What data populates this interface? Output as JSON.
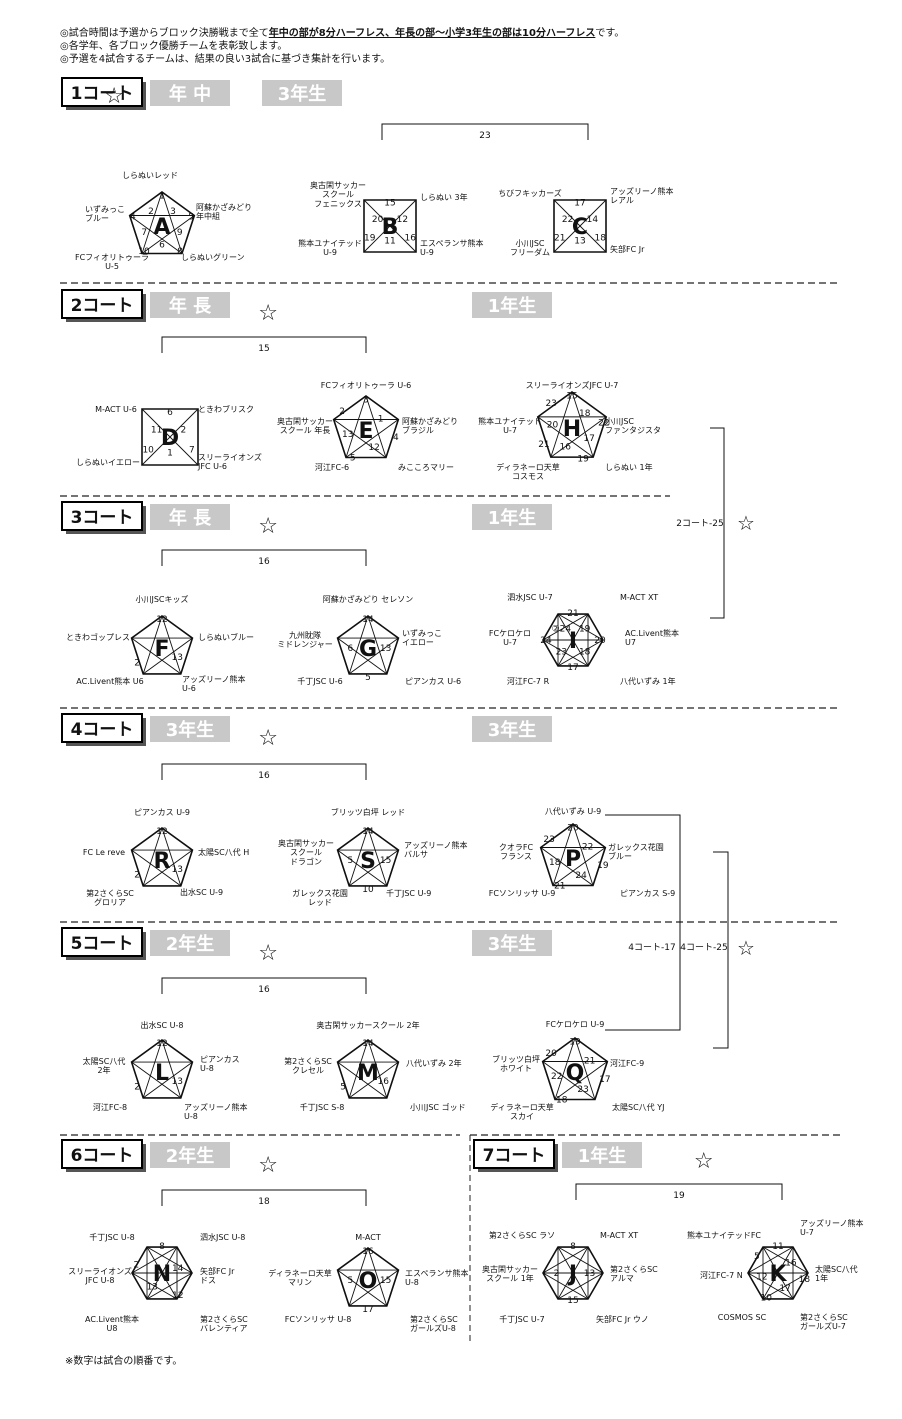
{
  "notes": {
    "line1_a": "◎試合時間は予選からブロック決勝戦まで全て",
    "line1_b": "年中の部が8分ハーフレス、年長の部～小学3年生の部は10分ハーフレス",
    "line1_c": "です。",
    "line2": "◎各学年、各ブロック優勝チームを表彰致します。",
    "line3": "◎予選を4試合するチームは、結果の良い3試合に基づき集計を行います。"
  },
  "footer": "※数字は試合の順番です。",
  "courts": [
    {
      "label": "1コート",
      "grades": [
        "年 中",
        "3年生"
      ]
    },
    {
      "label": "2コート",
      "grades": [
        "年 長",
        "1年生"
      ]
    },
    {
      "label": "3コート",
      "grades": [
        "年 長",
        "1年生"
      ]
    },
    {
      "label": "4コート",
      "grades": [
        "3年生",
        "3年生"
      ]
    },
    {
      "label": "5コート",
      "grades": [
        "2年生",
        "3年生"
      ]
    },
    {
      "label": "6コート",
      "grades": [
        "2年生"
      ]
    },
    {
      "label": "7コート",
      "grades": [
        "1年生"
      ]
    }
  ],
  "finals": [
    "23",
    "15",
    "16",
    "16",
    "16",
    "18",
    "19"
  ],
  "cross_finals": [
    "2コート-25",
    "4コート-17",
    "4コート-25"
  ],
  "star": "☆",
  "blocks": [
    {
      "letter": "A",
      "teams": [
        "しらぬいレッド",
        "阿蘇かざみどり\n年中組",
        "しらぬいグリーン",
        "FCフィオリトゥーラ\nU-5",
        "いずみっこ\nブルー"
      ],
      "nums": [
        "1",
        "3",
        "5",
        "9",
        "8",
        "6",
        "10",
        "7",
        "4",
        "2"
      ]
    },
    {
      "letter": "B",
      "teams": [
        "奥古閑サッカー\nスクール\nフェニックス",
        "しらぬい 3年",
        "エスペランサ熊本\nU-9",
        "熊本ユナイテッド\nU-9"
      ],
      "nums": [
        "15",
        "12",
        "16",
        "11",
        "19",
        "20"
      ]
    },
    {
      "letter": "C",
      "teams": [
        "ちびフキッカーズ",
        "アッズリーノ熊本\nレアル",
        "矢部FC Jr",
        "小川JSC\nフリーダム"
      ],
      "nums": [
        "17",
        "14",
        "18",
        "13",
        "21",
        "22"
      ]
    },
    {
      "letter": "D",
      "teams": [
        "M-ACT U-6",
        "ときわブリスク",
        "スリーライオンズ\nJFC U-6",
        "しらぬいイエロー"
      ],
      "nums": [
        "6",
        "2",
        "7",
        "1",
        "10",
        "11"
      ]
    },
    {
      "letter": "E",
      "teams": [
        "FCフィオリトゥーラ U-6",
        "阿蘇かざみどり\nブラジル",
        "みこころマリー",
        "河江FC-6",
        "奥古閑サッカー\nスクール 年長"
      ],
      "nums": [
        "3",
        "1",
        "4",
        "12",
        "5",
        "13",
        "2"
      ]
    },
    {
      "letter": "F",
      "teams": [
        "小川JSCキッズ",
        "しらぬいブルー",
        "アッズリーノ熊本\nU-6",
        "AC.Livent熊本 U6",
        "ときわゴップレス"
      ],
      "nums": [
        "12",
        "13",
        "2"
      ]
    },
    {
      "letter": "G",
      "teams": [
        "阿蘇かざみどり セレソン",
        "いずみっこ\nイエロー",
        "ピアンカス U-6",
        "千丁JSC U-6",
        "九州眈隊\nミドレンジャー"
      ],
      "nums": [
        "14",
        "13",
        "5",
        "6"
      ]
    },
    {
      "letter": "H",
      "teams": [
        "スリーライオンズJFC U-7",
        "小川JSC\nファンタジスタ",
        "しらぬい 1年",
        "ディラネーロ天草\nコスモス",
        "熊本ユナイテッド\nU-7"
      ],
      "nums": [
        "15",
        "18",
        "22",
        "17",
        "19",
        "16",
        "21",
        "20",
        "23"
      ]
    },
    {
      "letter": "I",
      "teams": [
        "M-ACT XT",
        "AC.Livent熊本\nU7",
        "八代いずみ 1年",
        "河江FC-7 R",
        "FCケロケロ\nU-7",
        "泗水JSC U-7"
      ],
      "nums": [
        "21",
        "19",
        "20",
        "18",
        "17",
        "23",
        "24",
        "②24"
      ]
    },
    {
      "letter": "R",
      "teams": [
        "ピアンカス U-9",
        "太陽SC八代 H",
        "出水SC U-9",
        "第2さくらSC\nグロリア",
        "FC Le reve"
      ],
      "nums": [
        "12",
        "13",
        "2"
      ]
    },
    {
      "letter": "S",
      "teams": [
        "ブリッツ白坪 レッド",
        "アッズリーノ熊本\nバルサ",
        "千丁JSC U-9",
        "ガレックス花園\nレッド",
        "奥古閑サッカー\nスクール\nドラゴン"
      ],
      "nums": [
        "14",
        "15",
        "10",
        "5"
      ]
    },
    {
      "letter": "P",
      "teams": [
        "八代いずみ U-9",
        "ガレックス花園\nブルー",
        "ピアンカス S-9",
        "FCソンリッサ U-9",
        "クオラFC\nフランス"
      ],
      "nums": [
        "20",
        "22",
        "19",
        "24",
        "21",
        "18",
        "23"
      ]
    },
    {
      "letter": "L",
      "teams": [
        "出水SC U-8",
        "ピアンカス\nU-8",
        "アッズリーノ熊本\nU-8",
        "河江FC-8",
        "太陽SC八代\n2年"
      ],
      "nums": [
        "12",
        "13",
        "2"
      ]
    },
    {
      "letter": "M",
      "teams": [
        "奥古閑サッカースクール 2年",
        "八代いずみ 2年",
        "小川JSC ゴッド",
        "千丁JSC S-8",
        "第2さくらSC\nクレセル"
      ],
      "nums": [
        "14",
        "16",
        "5"
      ]
    },
    {
      "letter": "Q",
      "teams": [
        "FCケロケロ U-9",
        "河江FC-9",
        "太陽SC八代 YJ",
        "ディラネーロ天草\nスカイ",
        "ブリッツ白坪\nホワイト"
      ],
      "nums": [
        "19",
        "21",
        "17",
        "23",
        "18",
        "22",
        "20"
      ]
    },
    {
      "letter": "N",
      "teams": [
        "千丁JSC U-8",
        "泗水JSC U-8",
        "矢部FC Jr\nドス",
        "第2さくらSC\nバレンティア",
        "AC.Livent熊本\nU8",
        "スリーライオンズ\nJFC U-8"
      ],
      "nums": [
        "8",
        "14",
        "12",
        "13",
        "2"
      ]
    },
    {
      "letter": "O",
      "teams": [
        "M-ACT",
        "エスペランサ熊本\nU-8",
        "第2さくらSC\nガールズU-8",
        "FCソンリッサ U-8",
        "ディラネーロ天草\nマリン"
      ],
      "nums": [
        "16",
        "15",
        "17",
        "5"
      ]
    },
    {
      "letter": "J",
      "teams": [
        "第2さくらSC ラソ",
        "M-ACT XT",
        "第2さくらSC\nアルマ",
        "矢部FC Jr ウノ",
        "千丁JSC U-7",
        "奥古閑サッカー\nスクール 1年"
      ],
      "nums": [
        "8",
        "13",
        "15",
        "2"
      ]
    },
    {
      "letter": "K",
      "teams": [
        "熊本ユナイテッドFC",
        "アッズリーノ熊本\nU-7",
        "太陽SC八代\n1年",
        "第2さくらSC\nガールズU-7",
        "COSMOS SC",
        "河江FC-7 N"
      ],
      "nums": [
        "11",
        "16",
        "18",
        "17",
        "10",
        "12",
        "5"
      ]
    }
  ]
}
